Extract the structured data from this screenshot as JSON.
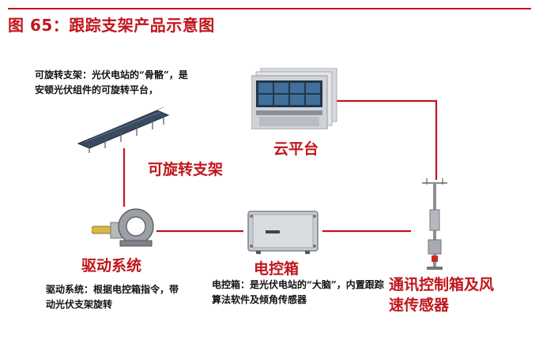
{
  "header": {
    "title": "图 65：跟踪支架产品示意图"
  },
  "nodes": {
    "rotating_bracket": {
      "label": "可旋转支架",
      "description": "可旋转支架：光伏电站的“骨骼”，是安顿光伏组件的可旋转平台，"
    },
    "cloud_platform": {
      "label": "云平台"
    },
    "drive_system": {
      "label": "驱动系统",
      "description": "驱动系统：根据电控箱指令，带动光伏支架旋转"
    },
    "control_box": {
      "label": "电控箱",
      "description": "电控箱：是光伏电站的“大脑”，内置跟踪算法软件及倾角传感器"
    },
    "comm_box": {
      "label": "通讯控制箱及风速传感器"
    }
  },
  "colors": {
    "accent": "#c0161c",
    "connector": "#c0161c"
  },
  "icons": [
    "solar-tracker-array-icon",
    "monitoring-screens-icon",
    "slewing-drive-icon",
    "control-box-icon",
    "wind-sensor-pole-icon"
  ]
}
